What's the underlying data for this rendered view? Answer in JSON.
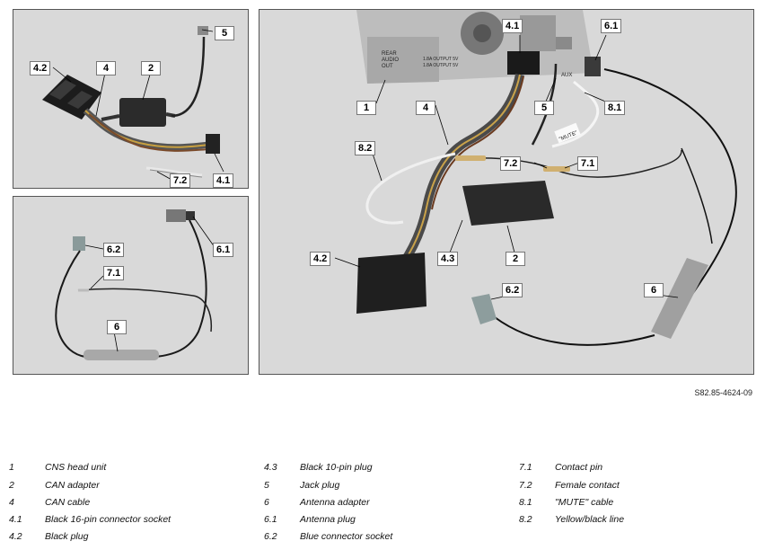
{
  "callouts": {
    "tl": [
      "5",
      "4.2",
      "4",
      "2",
      "7.2",
      "4.1"
    ],
    "bl": [
      "6.2",
      "6.1",
      "7.1",
      "6"
    ],
    "main": [
      "4.1",
      "6.1",
      "1",
      "4",
      "5",
      "8.1",
      "8.2",
      "7.2",
      "7.1",
      "4.2",
      "4.3",
      "2",
      "6.2",
      "6"
    ]
  },
  "reference": "S82.85-4624-09",
  "unit_text": {
    "rear": "REAR",
    "audio": "AUDIO",
    "out": "OUT",
    "out1": "1.8A OUTPUT 5V",
    "out2": "1.8A OUTPUT 5V",
    "aux": "AUX",
    "mute": "\"MUTE\""
  },
  "legend": [
    {
      "num": "1",
      "text": "CNS head unit"
    },
    {
      "num": "2",
      "text": "CAN adapter"
    },
    {
      "num": "4",
      "text": "CAN cable"
    },
    {
      "num": "4.1",
      "text": "Black 16-pin connector socket"
    },
    {
      "num": "4.2",
      "text": "Black plug"
    },
    {
      "num": "4.3",
      "text": "Black 10-pin plug"
    },
    {
      "num": "5",
      "text": "Jack plug"
    },
    {
      "num": "6",
      "text": "Antenna adapter"
    },
    {
      "num": "6.1",
      "text": "Antenna plug"
    },
    {
      "num": "6.2",
      "text": "Blue connector socket"
    },
    {
      "num": "7.1",
      "text": "Contact pin"
    },
    {
      "num": "7.2",
      "text": "Female contact"
    },
    {
      "num": "8.1",
      "text": "\"MUTE\" cable"
    },
    {
      "num": "8.2",
      "text": "Yellow/black line"
    }
  ]
}
